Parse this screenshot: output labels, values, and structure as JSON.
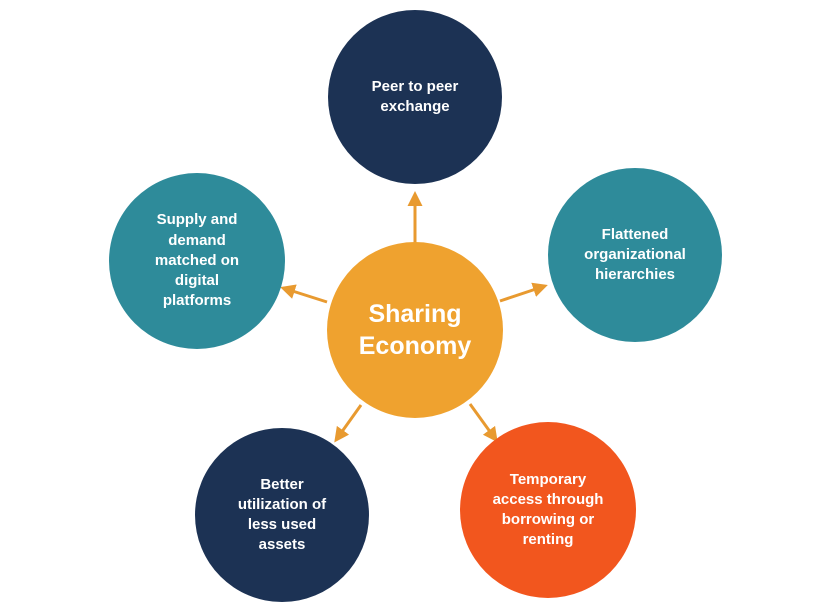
{
  "diagram": {
    "title": "Sharing Economy diagram",
    "center": {
      "label": "Sharing Economy",
      "color": "#efa22f"
    },
    "nodes": [
      {
        "id": "peer-to-peer-exchange",
        "label": "Peer to peer exchange",
        "color": "#1c3254",
        "position": "top"
      },
      {
        "id": "flattened-hierarchies",
        "label": "Flattened organizational hierarchies",
        "color": "#2e8b9a",
        "position": "upper-right"
      },
      {
        "id": "temporary-access",
        "label": "Temporary access through borrowing or renting",
        "color": "#f2561e",
        "position": "lower-right"
      },
      {
        "id": "better-utilization",
        "label": "Better utilization of less used assets",
        "color": "#1c3254",
        "position": "lower-left"
      },
      {
        "id": "supply-demand-platforms",
        "label": "Supply and demand matched on digital platforms",
        "color": "#2e8b9a",
        "position": "upper-left"
      }
    ],
    "colors": {
      "navy": "#1c3254",
      "teal": "#2e8b9a",
      "center_orange": "#efa22f",
      "accent_orange": "#f2561e",
      "arrow": "#e89a30",
      "background": "#ffffff",
      "text": "#ffffff"
    }
  }
}
